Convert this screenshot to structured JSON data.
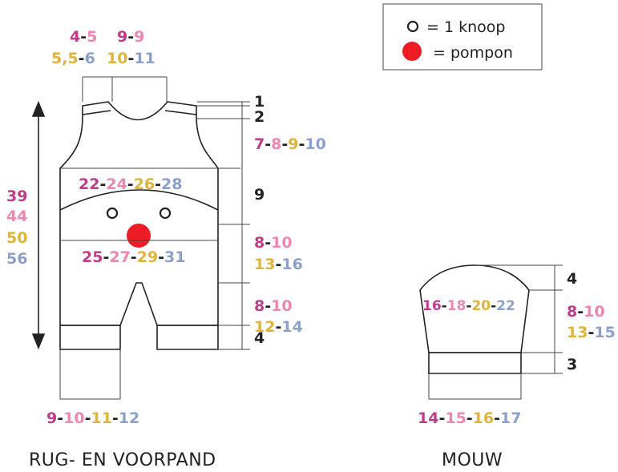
{
  "colors": {
    "size1": "#C03B8A",
    "size2": "#EE86B0",
    "size3": "#DEB43A",
    "size4": "#8CA0CC",
    "dark": "#222222",
    "pompon": "#EE1C25"
  },
  "legend": {
    "button_label": "= 1 knoop",
    "pompon_label": "= pompon"
  },
  "body_piece": {
    "caption": "RUG- EN VOORPAND",
    "neck": [
      [
        "4",
        "5"
      ],
      [
        "5,5",
        "6"
      ]
    ],
    "shoulder": [
      [
        "9",
        "9"
      ],
      [
        "10",
        "11"
      ]
    ],
    "chest_width": [
      "22",
      "24",
      "26",
      "28"
    ],
    "waist_width": [
      "25",
      "27",
      "29",
      "31"
    ],
    "leg_width": [
      "9",
      "10",
      "11",
      "12"
    ],
    "total_height": [
      "39",
      "44",
      "50",
      "56"
    ],
    "h_top1": "1",
    "h_top2": "2",
    "armhole": [
      "7",
      "8",
      "9",
      "10"
    ],
    "bib": "9",
    "upper_body": [
      [
        "8",
        "10"
      ],
      [
        "13",
        "16"
      ]
    ],
    "leg": [
      [
        "8",
        "10"
      ],
      [
        "12",
        "14"
      ]
    ],
    "cuff": "4"
  },
  "sleeve_piece": {
    "caption": "MOUW",
    "width": [
      "16",
      "18",
      "20",
      "22"
    ],
    "bottom_width": [
      "14",
      "15",
      "16",
      "17"
    ],
    "cap_height": "4",
    "body_height": [
      [
        "8",
        "10"
      ],
      [
        "13",
        "15"
      ]
    ],
    "cuff_height": "3"
  }
}
